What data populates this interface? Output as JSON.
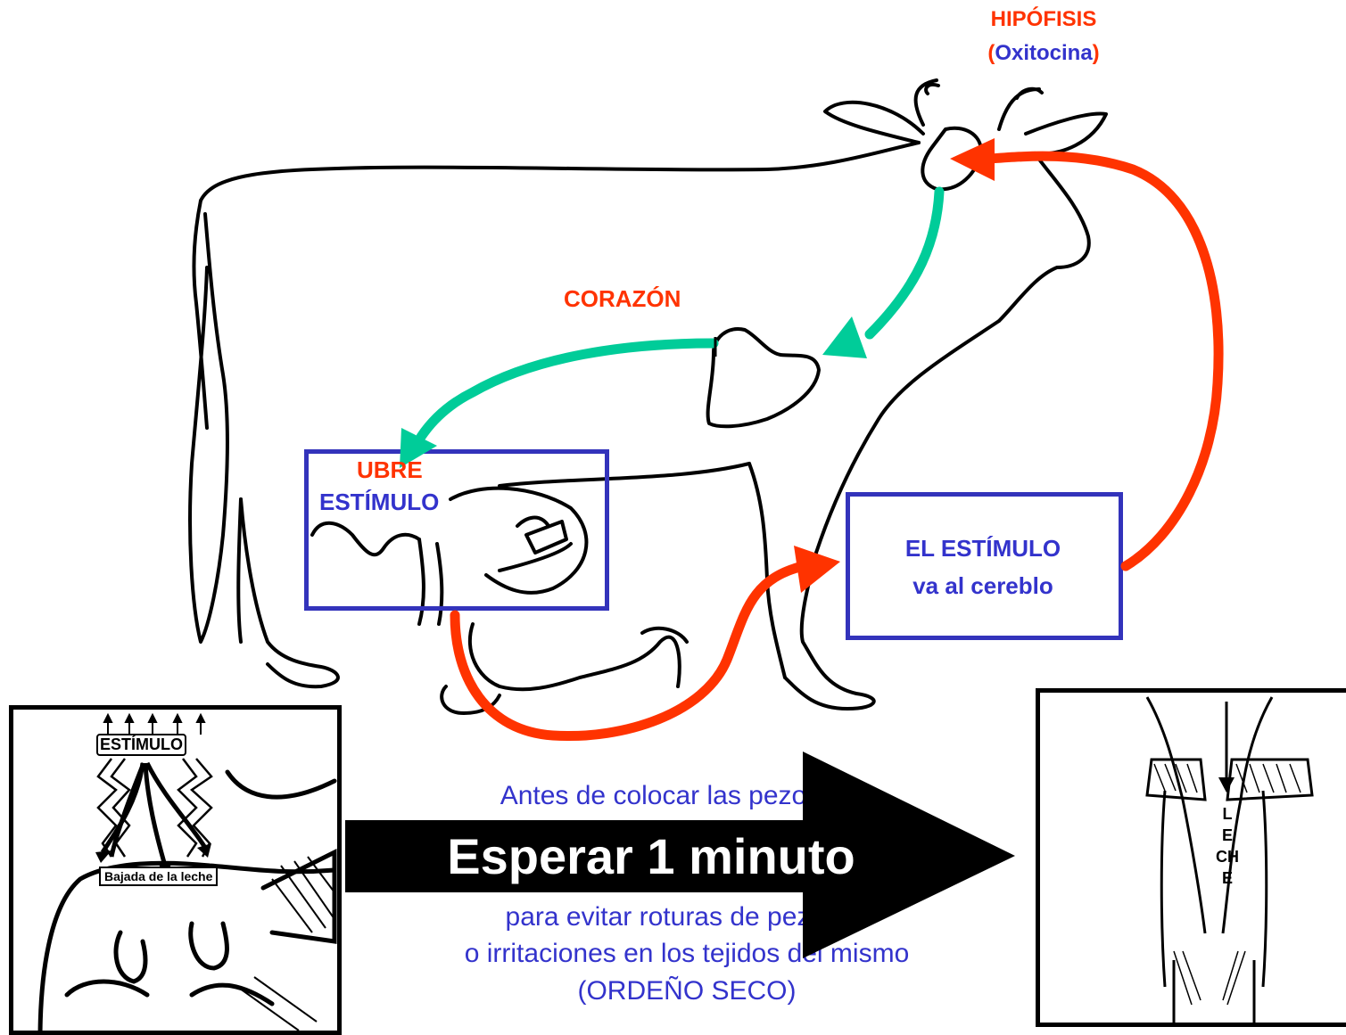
{
  "labels": {
    "hipofisis": "HIPÓFISIS",
    "paren_open": "(",
    "oxitocina": "Oxitocina",
    "paren_close": ")",
    "corazon": "CORAZÓN",
    "ubre": "UBRE",
    "estimulo_udder": "ESTÍMULO",
    "brain_box_line1": "EL ESTÍMULO",
    "brain_box_line2": "va al cereblo"
  },
  "left_panel": {
    "estimulo": "ESTÍMULO",
    "bajada": "Bajada de la leche"
  },
  "right_panel": {
    "leche_letters": [
      "L",
      "E",
      "CH",
      "E"
    ]
  },
  "arrow_text": "Esperar 1 minuto",
  "message": {
    "line1": "Antes de colocar las pezoneras",
    "line2": "para evitar roturas de pezones",
    "line3": "o irritaciones en los tejidos del mismo",
    "line4": "(ORDEÑO SECO)"
  },
  "colors": {
    "nerve_path": "#FF3300",
    "blood_path": "#00CC99",
    "label_blue": "#3333CC",
    "label_red": "#FF3300"
  }
}
